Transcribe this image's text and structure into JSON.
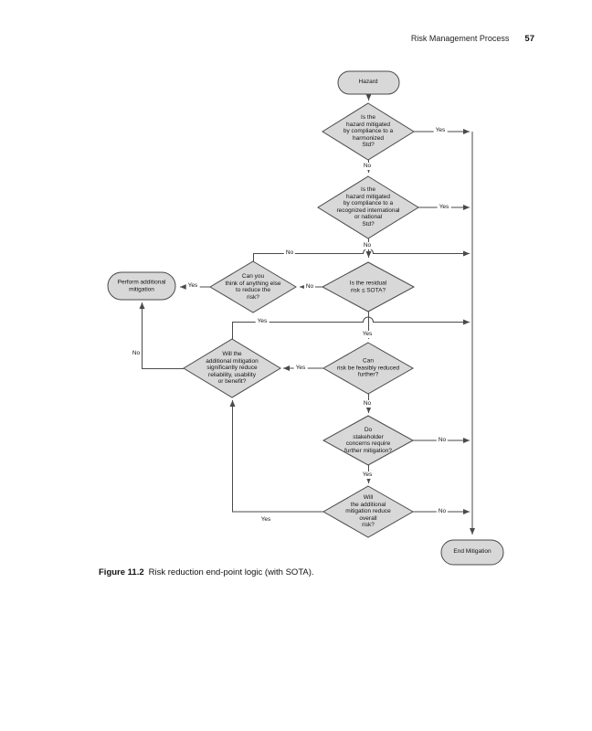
{
  "page": {
    "header": {
      "title": "Risk Management Process",
      "page_number": "57"
    },
    "caption": {
      "label": "Figure 11.2",
      "text": "Risk reduction end-point logic (with SOTA)."
    }
  },
  "colors": {
    "node_fill": "#d8d8d8",
    "node_stroke": "#4a4a4a",
    "connector": "#4a4a4a",
    "text": "#141414"
  },
  "flowchart": {
    "nodes": {
      "hazard": {
        "type": "terminator",
        "label": "Hazard"
      },
      "harmonized_std": {
        "type": "decision",
        "label": "Is the\nhazard mitigated\nby compliance to a\nharmonized\nStd?"
      },
      "recognized_std": {
        "type": "decision",
        "label": "Is the\nhazard mitigated\nby compliance to a\nrecognized international\nor national\nStd?"
      },
      "residual_risk": {
        "type": "decision",
        "label": "Is the residual\nrisk ≤ SOTA?"
      },
      "anything_else": {
        "type": "decision",
        "label": "Can you\nthink of anything else\nto reduce the\nrisk?"
      },
      "perform_mitigation": {
        "type": "terminator",
        "label": "Perform additional\nmitigation"
      },
      "mitigation_side_effects": {
        "type": "decision",
        "label": "Will the\nadditional mitigation\nsignificantly reduce\nreliability, usability\nor benefit?"
      },
      "feasibly_reduced": {
        "type": "decision",
        "label": "Can\nrisk be feasibly reduced\nfurther?"
      },
      "stakeholder_concerns": {
        "type": "decision",
        "label": "Do\nstakeholder\nconcerns require\nfurther mitigation?"
      },
      "mitigation_overall_risk": {
        "type": "decision",
        "label": "Will\nthe additional\nmitigation reduce\noverall\nrisk?"
      },
      "end_mitigation": {
        "type": "terminator",
        "label": "End Mitigation"
      }
    },
    "edge_labels": {
      "harmonized_yes": "Yes",
      "harmonized_no": "No",
      "recognized_yes": "Yes",
      "recognized_no": "No",
      "anything_else_no": "No",
      "residual_no": "No",
      "anything_else_yes": "Yes",
      "residual_yes": "Yes",
      "side_effects_yes": "Yes",
      "feasibly_yes": "Yes",
      "side_effects_no": "No",
      "feasibly_no": "No",
      "stakeholder_no": "No",
      "stakeholder_yes": "Yes",
      "overall_no": "No",
      "overall_yes": "Yes"
    }
  }
}
